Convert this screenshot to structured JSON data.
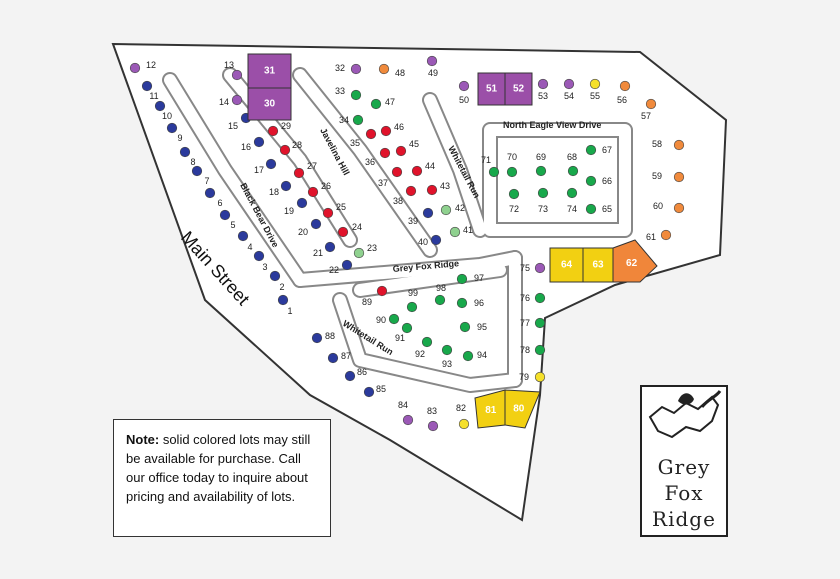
{
  "main_street": "Main Street",
  "streets": {
    "north_eagle": "North Eagle View Drive",
    "whitetail_upper": "Whitetail Run",
    "whitetail_lower": "Whitetail Run",
    "javelina": "Javelina Hill",
    "black_bear": "Black Bear Drive",
    "grey_fox": "Grey Fox Ridge"
  },
  "colors": {
    "purple": "#9b59b6",
    "solid_purple": "#9b4fa8",
    "blue": "#2b3a9c",
    "red": "#e0132b",
    "green": "#18a84b",
    "light_green": "#8fd18f",
    "orange": "#f08a3c",
    "solid_orange": "#f0863a",
    "yellow": "#f5e02a",
    "solid_yellow": "#f2d012"
  },
  "note": {
    "label": "Note:",
    "text": " solid colored lots may still be available for purchase. Call our office today to inquire about pricing and availability of lots."
  },
  "logo": {
    "line1": "Grey",
    "line2": "Fox",
    "line3": "Ridge"
  },
  "lots": [
    {
      "n": "1",
      "c": "blue"
    },
    {
      "n": "2",
      "c": "blue"
    },
    {
      "n": "3",
      "c": "blue"
    },
    {
      "n": "4",
      "c": "blue"
    },
    {
      "n": "5",
      "c": "blue"
    },
    {
      "n": "6",
      "c": "blue"
    },
    {
      "n": "7",
      "c": "blue"
    },
    {
      "n": "8",
      "c": "blue"
    },
    {
      "n": "9",
      "c": "blue"
    },
    {
      "n": "10",
      "c": "blue"
    },
    {
      "n": "11",
      "c": "blue"
    },
    {
      "n": "12",
      "c": "purple"
    },
    {
      "n": "13",
      "c": "purple"
    },
    {
      "n": "14",
      "c": "purple"
    },
    {
      "n": "15",
      "c": "blue"
    },
    {
      "n": "16",
      "c": "blue"
    },
    {
      "n": "17",
      "c": "blue"
    },
    {
      "n": "18",
      "c": "blue"
    },
    {
      "n": "19",
      "c": "blue"
    },
    {
      "n": "20",
      "c": "blue"
    },
    {
      "n": "21",
      "c": "blue"
    },
    {
      "n": "22",
      "c": "blue"
    },
    {
      "n": "23",
      "c": "light_green"
    },
    {
      "n": "24",
      "c": "red"
    },
    {
      "n": "25",
      "c": "red"
    },
    {
      "n": "26",
      "c": "red"
    },
    {
      "n": "27",
      "c": "red"
    },
    {
      "n": "28",
      "c": "red"
    },
    {
      "n": "29",
      "c": "red"
    },
    {
      "n": "30",
      "c": "solid_purple"
    },
    {
      "n": "31",
      "c": "solid_purple"
    },
    {
      "n": "32",
      "c": "purple"
    },
    {
      "n": "33",
      "c": "green"
    },
    {
      "n": "34",
      "c": "green"
    },
    {
      "n": "35",
      "c": "red"
    },
    {
      "n": "36",
      "c": "red"
    },
    {
      "n": "37",
      "c": "red"
    },
    {
      "n": "38",
      "c": "red"
    },
    {
      "n": "39",
      "c": "blue"
    },
    {
      "n": "40",
      "c": "blue"
    },
    {
      "n": "41",
      "c": "light_green"
    },
    {
      "n": "42",
      "c": "light_green"
    },
    {
      "n": "43",
      "c": "red"
    },
    {
      "n": "44",
      "c": "red"
    },
    {
      "n": "45",
      "c": "red"
    },
    {
      "n": "46",
      "c": "red"
    },
    {
      "n": "47",
      "c": "green"
    },
    {
      "n": "48",
      "c": "orange"
    },
    {
      "n": "49",
      "c": "purple"
    },
    {
      "n": "50",
      "c": "purple"
    },
    {
      "n": "51",
      "c": "solid_purple"
    },
    {
      "n": "52",
      "c": "solid_purple"
    },
    {
      "n": "53",
      "c": "purple"
    },
    {
      "n": "54",
      "c": "purple"
    },
    {
      "n": "55",
      "c": "yellow"
    },
    {
      "n": "56",
      "c": "orange"
    },
    {
      "n": "57",
      "c": "orange"
    },
    {
      "n": "58",
      "c": "orange"
    },
    {
      "n": "59",
      "c": "orange"
    },
    {
      "n": "60",
      "c": "orange"
    },
    {
      "n": "61",
      "c": "orange"
    },
    {
      "n": "62",
      "c": "solid_orange"
    },
    {
      "n": "63",
      "c": "solid_yellow"
    },
    {
      "n": "64",
      "c": "solid_yellow"
    },
    {
      "n": "65",
      "c": "green"
    },
    {
      "n": "66",
      "c": "green"
    },
    {
      "n": "67",
      "c": "green"
    },
    {
      "n": "68",
      "c": "green"
    },
    {
      "n": "69",
      "c": "green"
    },
    {
      "n": "70",
      "c": "green"
    },
    {
      "n": "71",
      "c": "green"
    },
    {
      "n": "72",
      "c": "green"
    },
    {
      "n": "73",
      "c": "green"
    },
    {
      "n": "74",
      "c": "green"
    },
    {
      "n": "75",
      "c": "purple"
    },
    {
      "n": "76",
      "c": "green"
    },
    {
      "n": "77",
      "c": "green"
    },
    {
      "n": "78",
      "c": "green"
    },
    {
      "n": "79",
      "c": "yellow"
    },
    {
      "n": "80",
      "c": "solid_yellow"
    },
    {
      "n": "81",
      "c": "solid_yellow"
    },
    {
      "n": "82",
      "c": "yellow"
    },
    {
      "n": "83",
      "c": "purple"
    },
    {
      "n": "84",
      "c": "purple"
    },
    {
      "n": "85",
      "c": "blue"
    },
    {
      "n": "86",
      "c": "blue"
    },
    {
      "n": "87",
      "c": "blue"
    },
    {
      "n": "88",
      "c": "blue"
    },
    {
      "n": "89",
      "c": "red"
    },
    {
      "n": "90",
      "c": "green"
    },
    {
      "n": "91",
      "c": "green"
    },
    {
      "n": "92",
      "c": "green"
    },
    {
      "n": "93",
      "c": "green"
    },
    {
      "n": "94",
      "c": "green"
    },
    {
      "n": "95",
      "c": "green"
    },
    {
      "n": "96",
      "c": "green"
    },
    {
      "n": "97",
      "c": "green"
    },
    {
      "n": "98",
      "c": "green"
    },
    {
      "n": "99",
      "c": "green"
    }
  ]
}
